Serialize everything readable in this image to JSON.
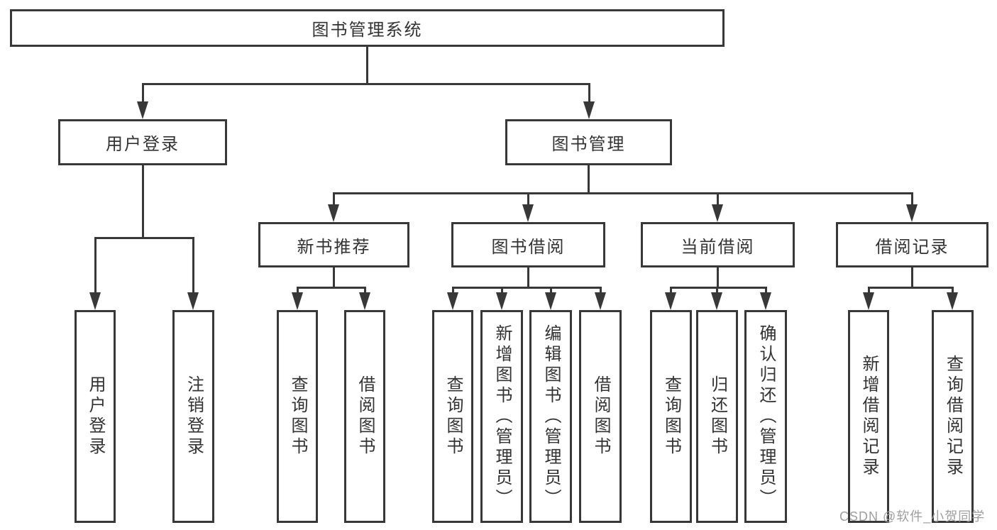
{
  "diagram_type": "hierarchy-tree",
  "colors": {
    "line": "#383838",
    "border": "#383838",
    "text": "#333333",
    "watermark": "#9e9e9e",
    "background": "#ffffff"
  },
  "nodes": {
    "root": {
      "label": "图书管理系统"
    },
    "userLogin": {
      "label": "用户登录"
    },
    "bookMgmt": {
      "label": "图书管理"
    },
    "newBookRec": {
      "label": "新书推荐",
      "parent": "图书管理"
    },
    "bookBorrow": {
      "label": "图书借阅",
      "parent": "图书管理"
    },
    "currentBorrow": {
      "label": "当前借阅",
      "parent": "图书管理"
    },
    "borrowRecords": {
      "label": "借阅记录",
      "parent": "图书管理"
    }
  },
  "leaves": [
    {
      "label": "用户登录",
      "parent": "用户登录"
    },
    {
      "label": "注销登录",
      "parent": "用户登录"
    },
    {
      "label": "查询图书",
      "parent": "新书推荐"
    },
    {
      "label": "借阅图书",
      "parent": "新书推荐"
    },
    {
      "label": "查询图书",
      "parent": "图书借阅"
    },
    {
      "label": "新增图书（管理员）",
      "parent": "图书借阅"
    },
    {
      "label": "编辑图书（管理员）",
      "parent": "图书借阅"
    },
    {
      "label": "借阅图书",
      "parent": "图书借阅"
    },
    {
      "label": "查询图书",
      "parent": "当前借阅"
    },
    {
      "label": "归还图书",
      "parent": "当前借阅"
    },
    {
      "label": "确认归还（管理员）",
      "parent": "当前借阅"
    },
    {
      "label": "新增借阅记录",
      "parent": "借阅记录"
    },
    {
      "label": "查询借阅记录",
      "parent": "借阅记录"
    }
  ],
  "watermark": {
    "text": "CSDN @软件_小贺同学"
  }
}
